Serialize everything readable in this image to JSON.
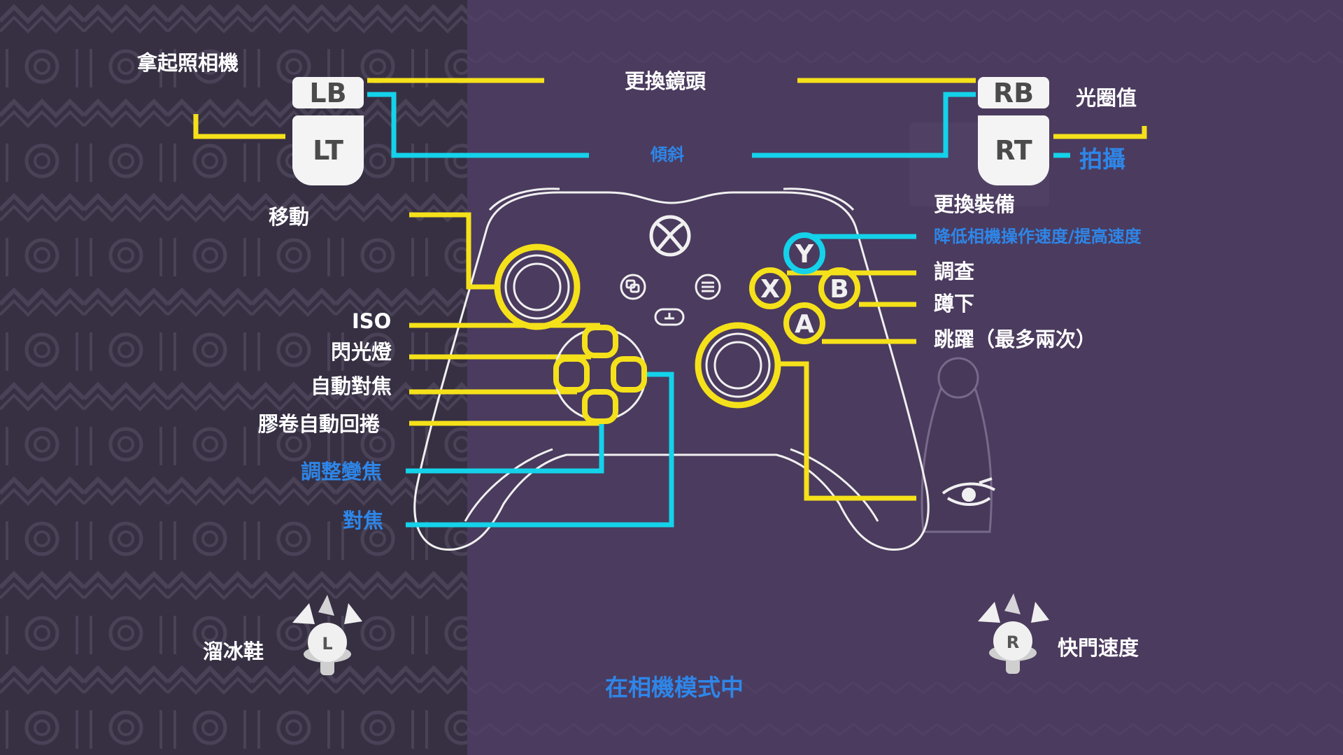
{
  "colors": {
    "left_bg": "#3a3347",
    "right_bg": "#4b3b5e",
    "yellow": "#f5e11a",
    "cyan": "#14d2ea",
    "white": "#ffffff",
    "label_blue": "#2e86e8"
  },
  "buttons": {
    "lb": "LB",
    "lt": "LT",
    "rb": "RB",
    "rt": "RT",
    "y": "Y",
    "x": "X",
    "b": "B",
    "a": "A",
    "left_stick_badge": "L",
    "right_stick_badge": "R"
  },
  "labels": {
    "take_camera": "拿起照相機",
    "switch_lens": "更換鏡頭",
    "aperture": "光圈值",
    "tilt": "傾斜",
    "shoot": "拍攝",
    "move": "移動",
    "switch_gear": "更換裝備",
    "camera_speed": "降低相機操作速度/提高速度",
    "investigate": "調查",
    "crouch": "蹲下",
    "jump": "跳躍（最多兩次）",
    "iso": "ISO",
    "flash": "閃光燈",
    "autofocus": "自動對焦",
    "film_rewind": "膠卷自動回捲",
    "zoom": "調整變焦",
    "focus": "對焦",
    "skates": "溜冰鞋",
    "shutter_speed": "快門速度",
    "camera_mode": "在相機模式中"
  },
  "icons": {
    "xbox_logo": "xbox-logo-icon",
    "view_button": "view-button-icon",
    "menu_button": "menu-button-icon",
    "share_button": "share-button-icon",
    "eye": "eye-icon",
    "left_stick_click": "left-stick-click-icon",
    "right_stick_click": "right-stick-click-icon"
  }
}
